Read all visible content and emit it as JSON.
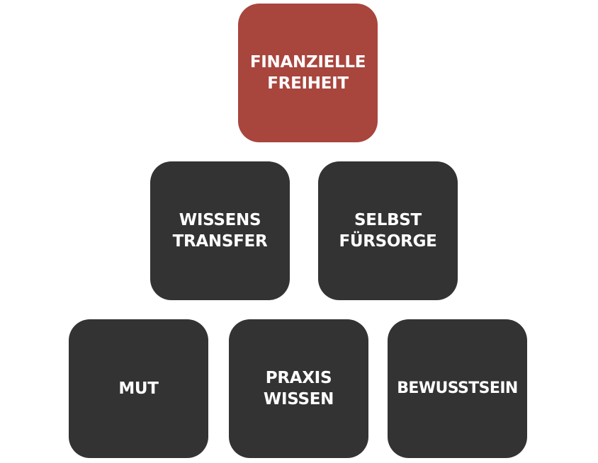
{
  "colors": {
    "top_block": "#a8453d",
    "dark_block": "#333333",
    "text": "#ffffff"
  },
  "pyramid": {
    "top": {
      "line1": "FINANZIELLE",
      "line2": "FREIHEIT"
    },
    "middle": [
      {
        "line1": "WISSENS",
        "line2": "TRANSFER"
      },
      {
        "line1": "SELBST",
        "line2": "FÜRSORGE"
      }
    ],
    "bottom": [
      {
        "line1": "MUT"
      },
      {
        "line1": "PRAXIS",
        "line2": "WISSEN"
      },
      {
        "line1": "BEWUSSTSEIN"
      }
    ]
  }
}
